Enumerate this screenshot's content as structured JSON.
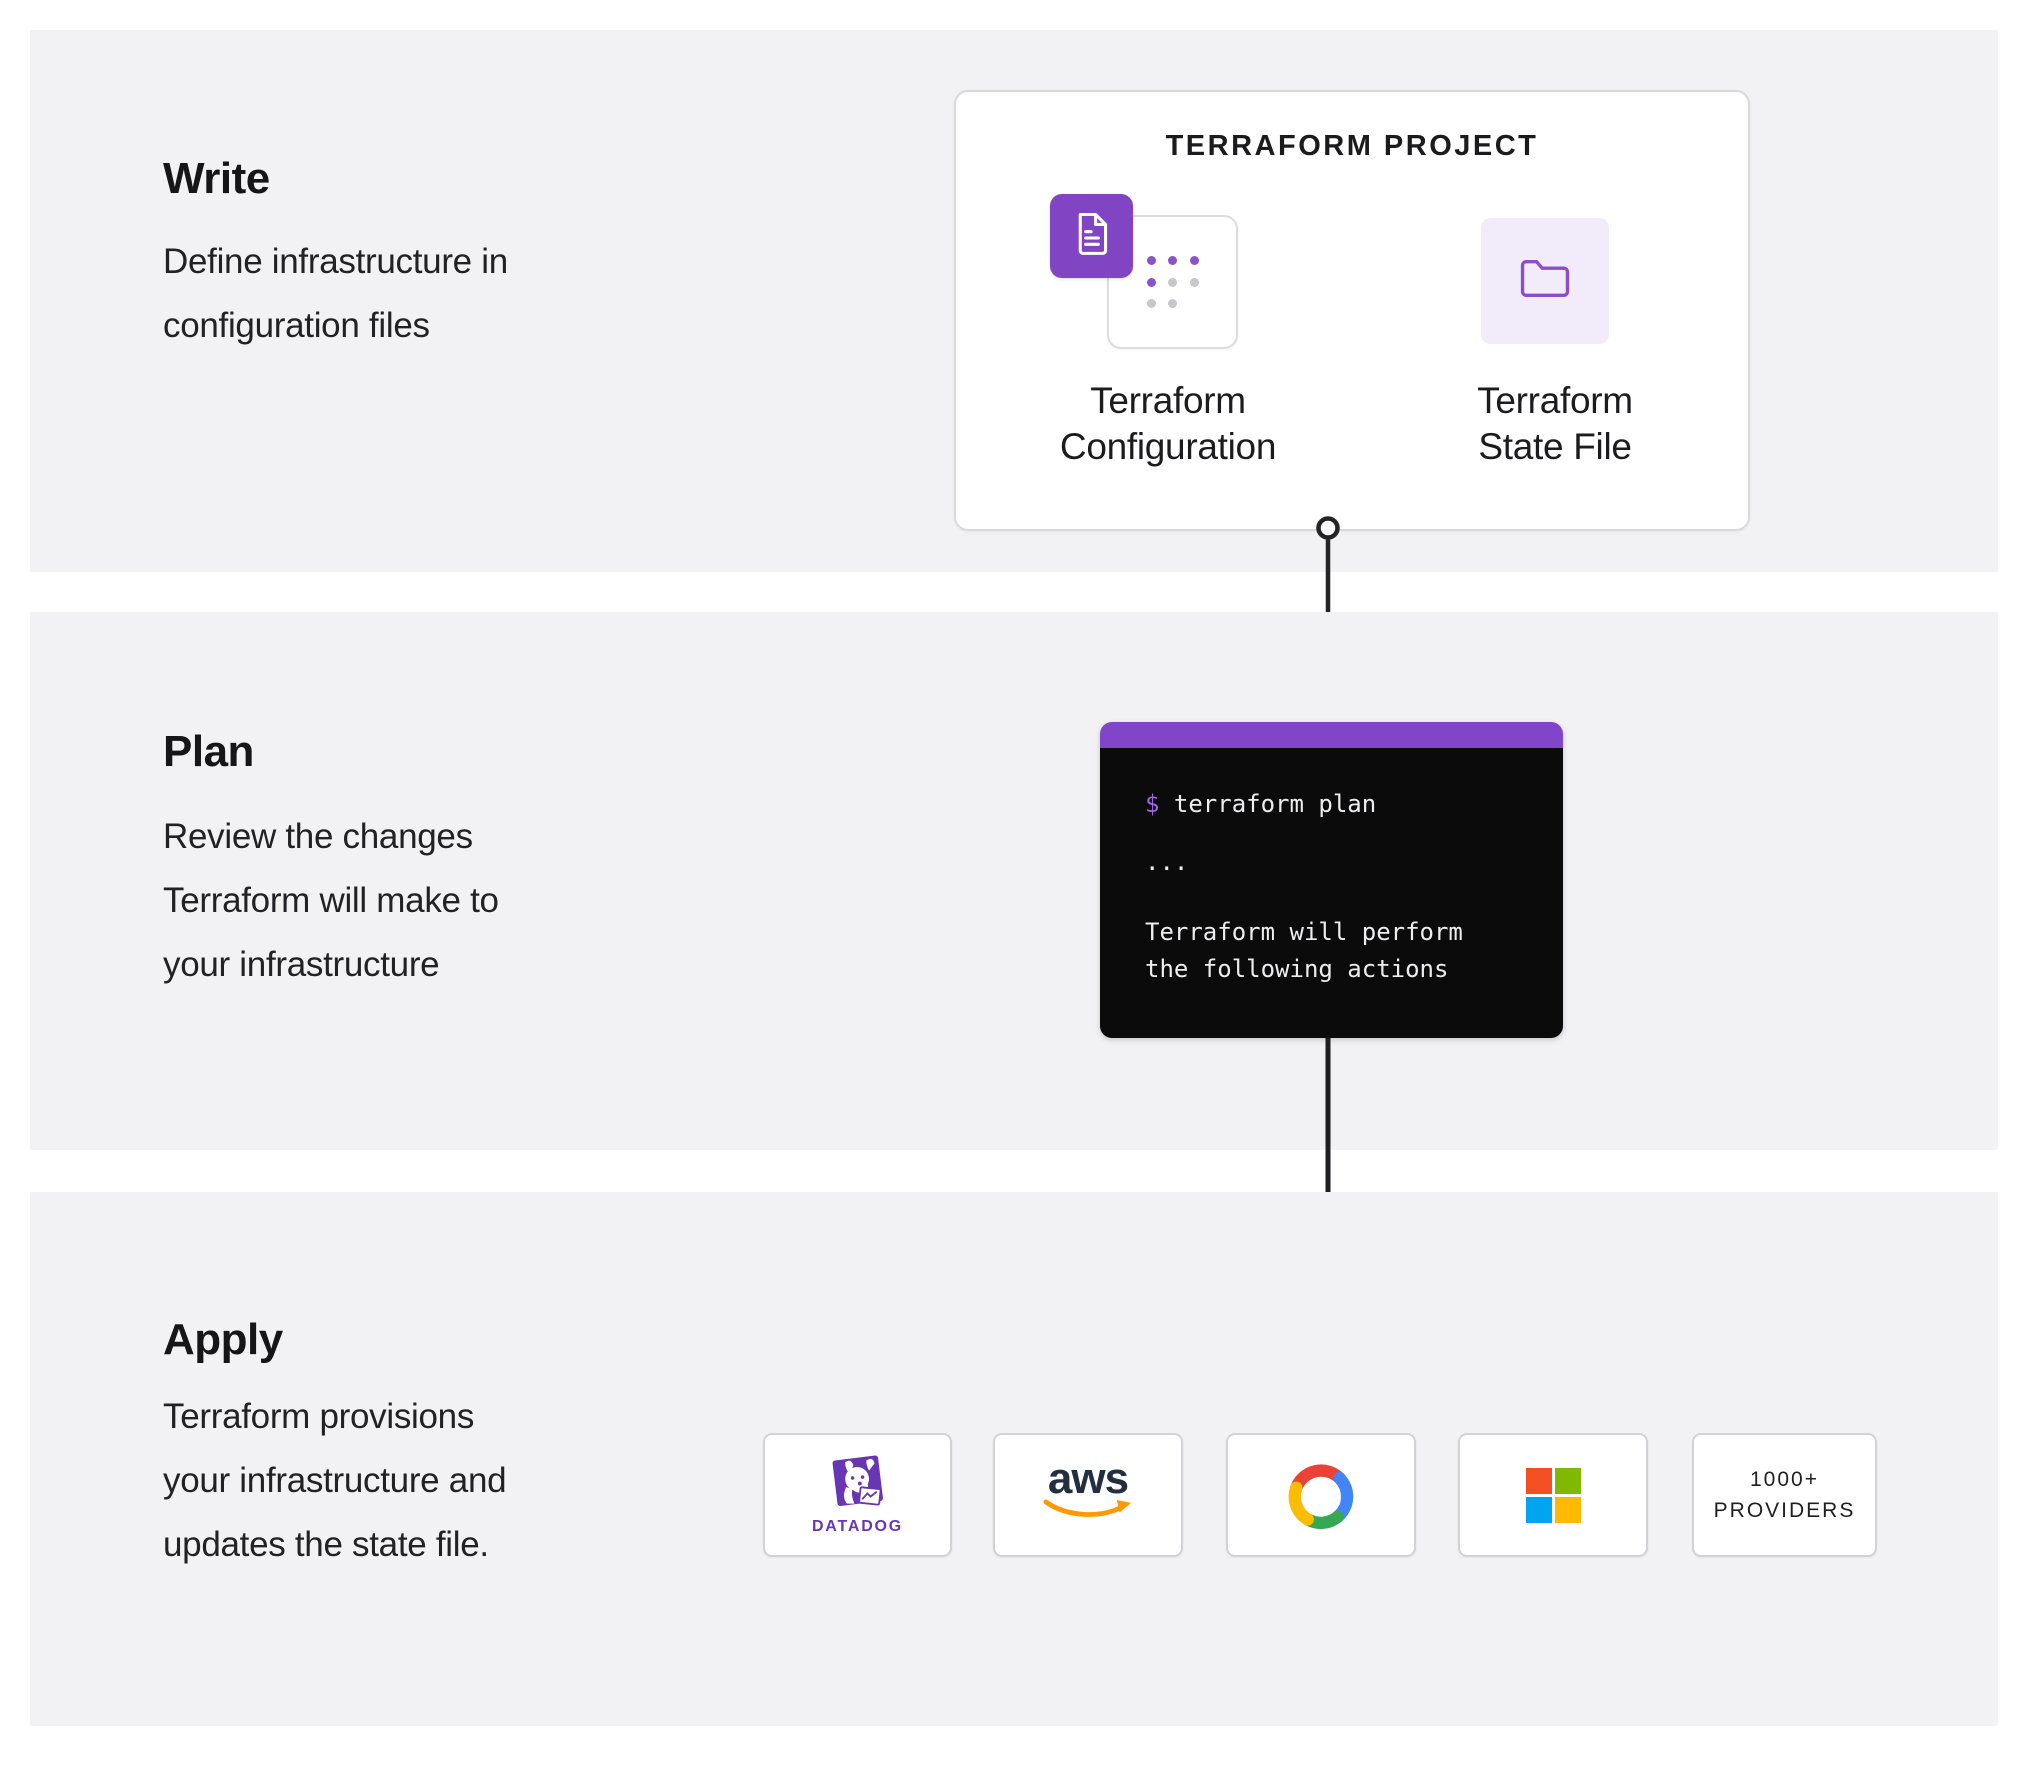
{
  "page": {
    "background": "#ffffff",
    "section_background": "#f2f2f4"
  },
  "stages": [
    {
      "title": "Write",
      "description_lines": [
        "Define infrastructure in",
        "configuration files"
      ]
    },
    {
      "title": "Plan",
      "description_lines": [
        "Review the changes",
        "Terraform will make to",
        "your infrastructure"
      ]
    },
    {
      "title": "Apply",
      "description_lines": [
        "Terraform provisions",
        "your infrastructure and",
        "updates the state file."
      ]
    }
  ],
  "project_card": {
    "title": "TERRAFORM PROJECT",
    "configuration_label_lines": [
      "Terraform",
      "Configuration"
    ],
    "state_file_label_lines": [
      "Terraform",
      "State File"
    ],
    "config_dots": [
      [
        "purple",
        "purple",
        "purple"
      ],
      [
        "purple",
        "gray",
        "gray"
      ],
      [
        "gray",
        "gray",
        "none"
      ]
    ]
  },
  "terminal": {
    "prompt": "$",
    "command": "terraform plan",
    "ellipsis": "...",
    "output_lines": [
      "Terraform will perform",
      "the following actions"
    ]
  },
  "providers": [
    {
      "name": "Datadog",
      "wordmark": "DATADOG"
    },
    {
      "name": "AWS",
      "wordmark": "aws"
    },
    {
      "name": "Google Cloud"
    },
    {
      "name": "Microsoft"
    },
    {
      "name": "More providers",
      "label_lines": [
        "1000+",
        "PROVIDERS"
      ]
    }
  ],
  "colors": {
    "terraform_purple": "#8145c9",
    "light_purple_tile": "#f2ecfa",
    "folder_purple": "#8a4fc8",
    "dot_purple": "#8b53cb",
    "dot_gray": "#c7c7cb",
    "terminal_background": "#0b0b0c",
    "terminal_prompt": "#9c67e6",
    "connector_line": "#1e1e20",
    "datadog_purple": "#6936b3",
    "aws_dark": "#232f3e",
    "aws_orange": "#ff9900",
    "microsoft_red": "#f25022",
    "microsoft_green": "#7fba00",
    "microsoft_blue": "#00a4ef",
    "microsoft_yellow": "#ffb900",
    "google_red": "#ea4335",
    "google_blue": "#4285f4",
    "google_yellow": "#fbbc05",
    "google_green": "#34a853"
  }
}
